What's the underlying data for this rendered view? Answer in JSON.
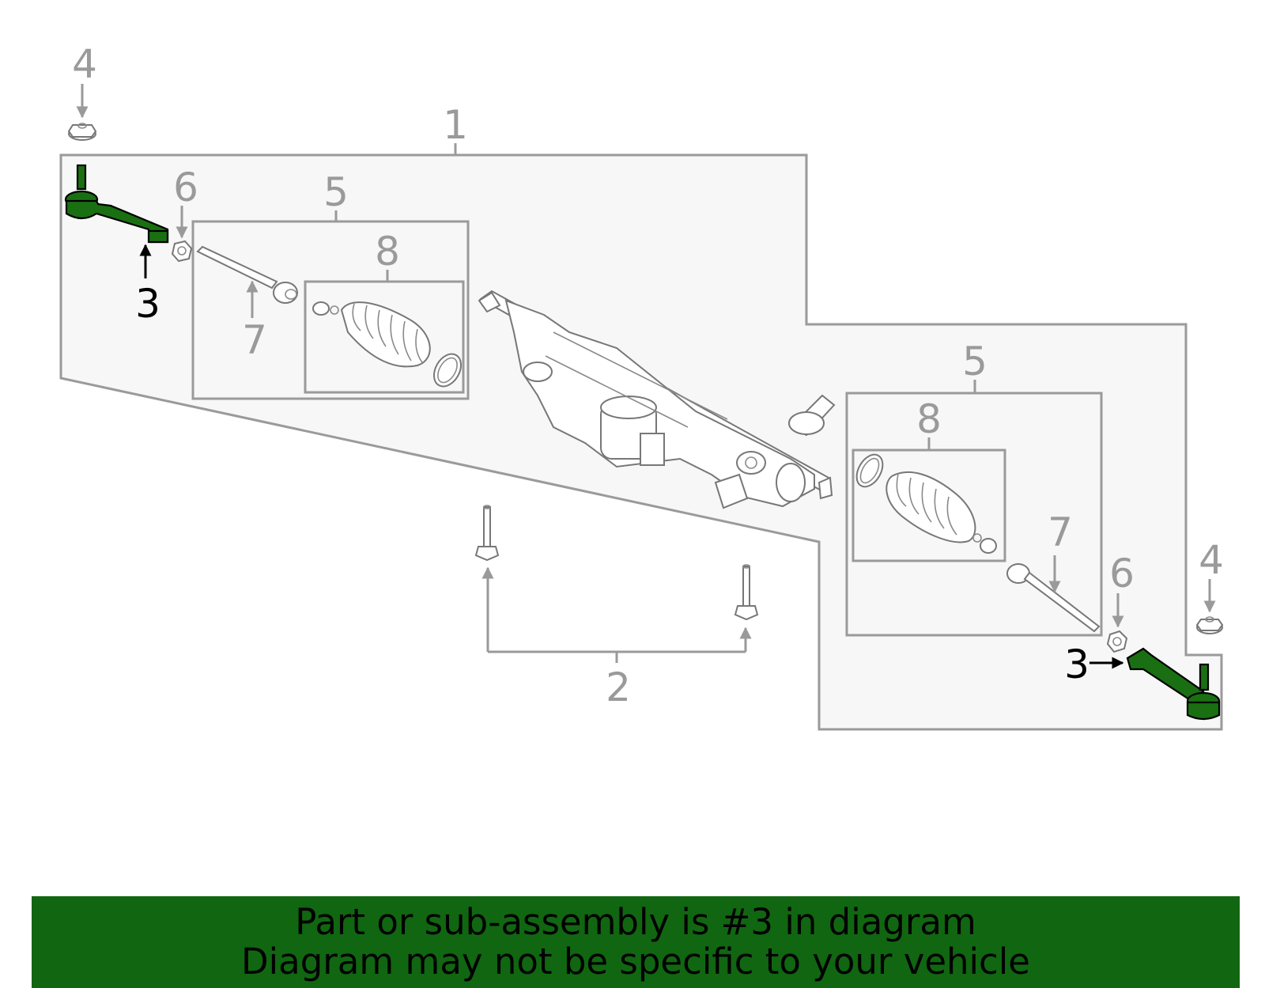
{
  "callouts": {
    "c1": "1",
    "c2": "2",
    "c3_left": "3",
    "c3_right": "3",
    "c4_left": "4",
    "c4_right": "4",
    "c5_left": "5",
    "c5_right": "5",
    "c6_left": "6",
    "c6_right": "6",
    "c7_left": "7",
    "c7_right": "7",
    "c8_left": "8",
    "c8_right": "8"
  },
  "highlighted_part": "3",
  "colors": {
    "highlight": "#1a6f12",
    "banner": "#116611",
    "callout_grey": "#9a9a9a",
    "panel_fill": "#f7f7f7"
  },
  "banner": {
    "line1": "Part or sub-assembly is #3 in diagram",
    "line2": "Diagram may not be specific to your vehicle"
  }
}
